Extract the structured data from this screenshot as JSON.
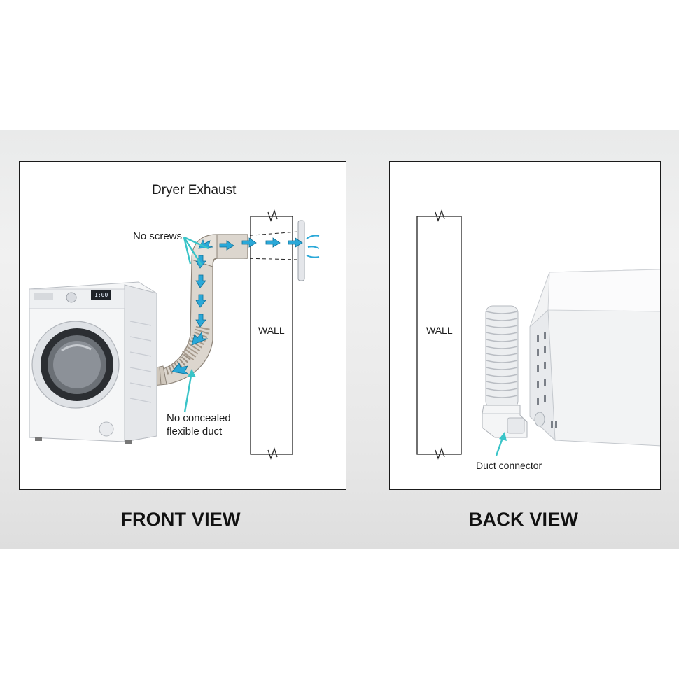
{
  "front_view": {
    "title": "Dryer Exhaust",
    "callout_screws": "No screws",
    "callout_duct_line1": "No concealed",
    "callout_duct_line2": "flexible duct",
    "wall_label": "WALL",
    "display_readout": "1:00",
    "caption": "FRONT VIEW"
  },
  "back_view": {
    "wall_label": "WALL",
    "callout_connector": "Duct connector",
    "caption": "BACK VIEW"
  },
  "colors": {
    "arrow_blue": "#2aa8d8",
    "callout_teal": "#39c4c8",
    "panel_border": "#1a1a1a"
  }
}
